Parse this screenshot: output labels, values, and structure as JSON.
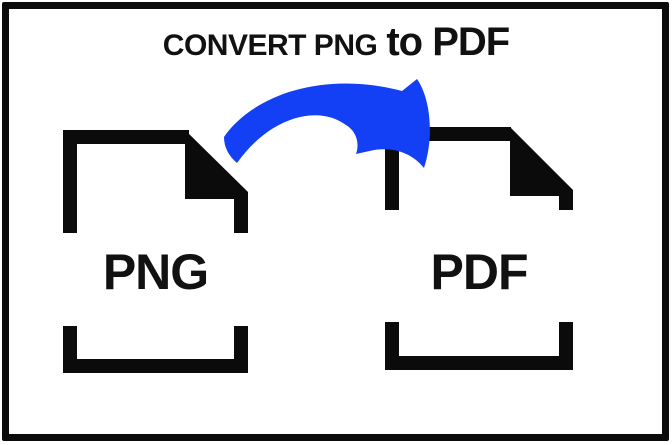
{
  "header": {
    "title_part1": "CONVERT PNG",
    "title_part2": "to PDF"
  },
  "source_file": {
    "label": "PNG",
    "icon": "file-document-icon"
  },
  "target_file": {
    "label": "PDF",
    "icon": "file-document-icon"
  },
  "arrow": {
    "icon": "curved-arrow-icon",
    "direction": "left-to-right"
  },
  "colors": {
    "arrow_blue": "#1440f5",
    "outline_black": "#0b0b0b",
    "frame_black": "#0b0b0b",
    "background": "#ffffff"
  }
}
